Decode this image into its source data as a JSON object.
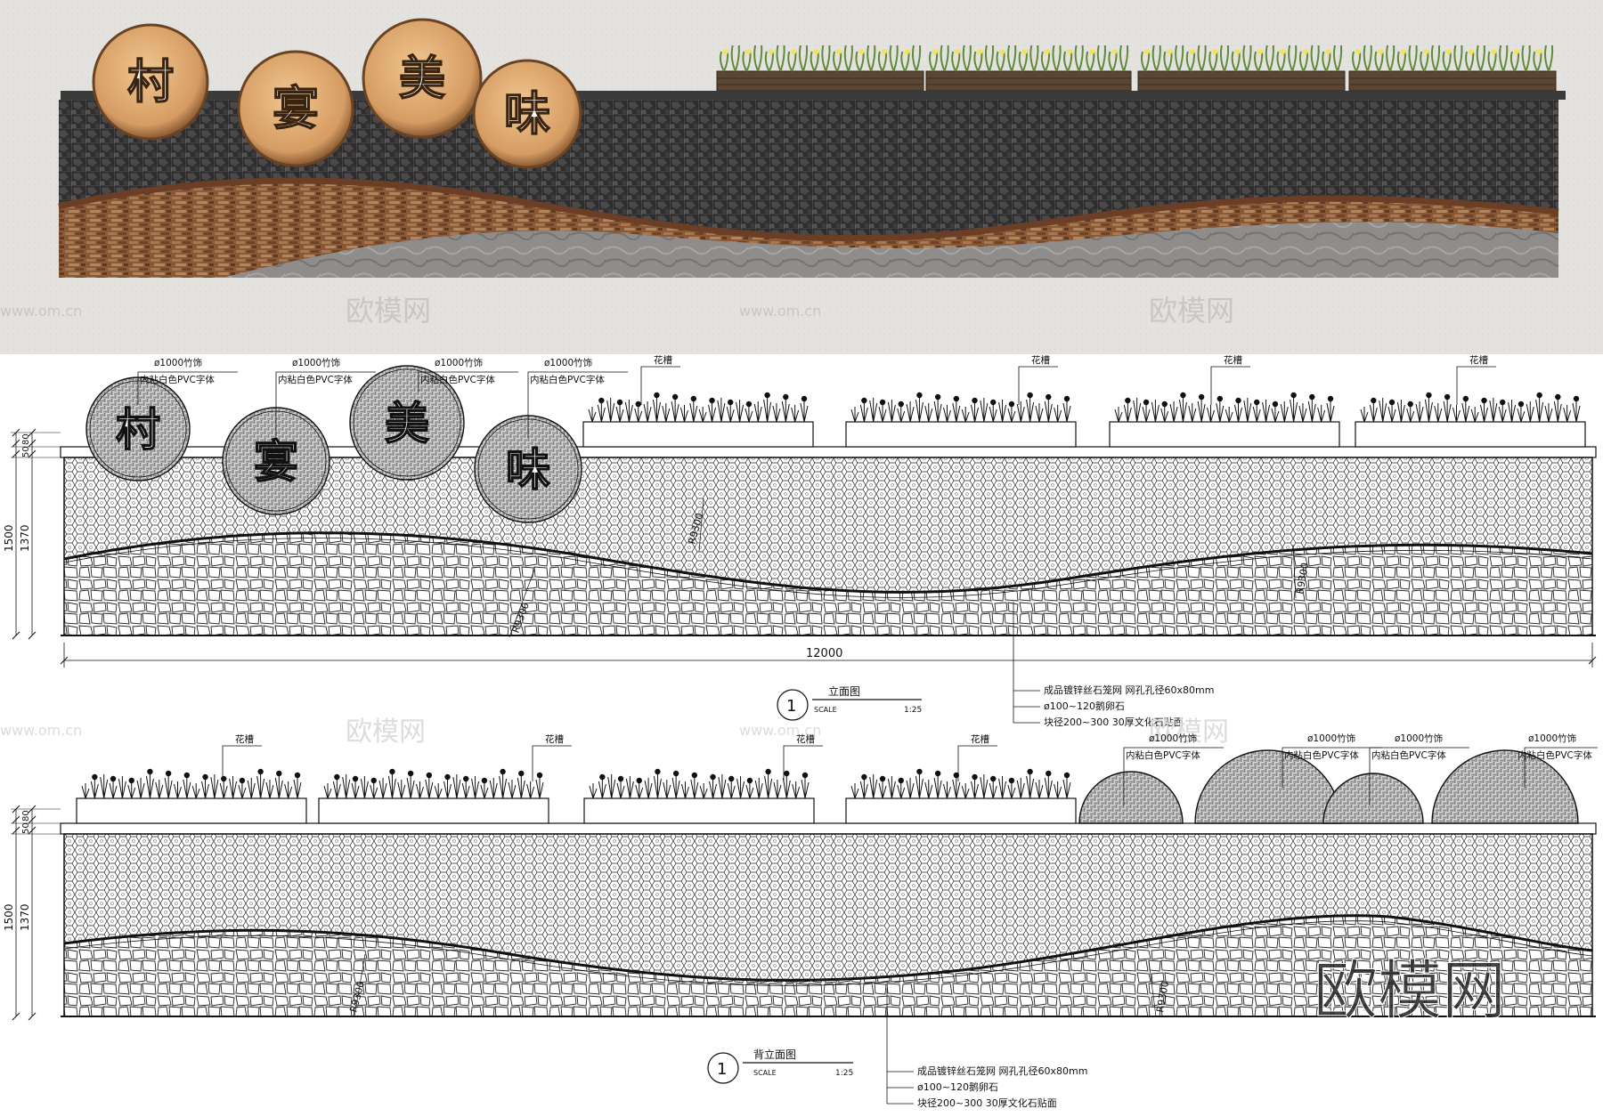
{
  "render": {
    "sign_chars": [
      "村",
      "宴",
      "美",
      "味"
    ],
    "watermark_small": "欧模网",
    "watermark_url": "www.om.cn",
    "watermark_big": "欧模网"
  },
  "front_elevation": {
    "callouts_disc": [
      {
        "line1": "ø1000竹饰",
        "line2": "内粘白色PVC字体"
      },
      {
        "line1": "ø1000竹饰",
        "line2": "内粘白色PVC字体"
      },
      {
        "line1": "ø1000竹饰",
        "line2": "内粘白色PVC字体"
      },
      {
        "line1": "ø1000竹饰",
        "line2": "内粘白色PVC字体"
      }
    ],
    "callouts_planter": [
      "花槽",
      "花槽",
      "花槽",
      "花槽"
    ],
    "discs": [
      "村",
      "宴",
      "美",
      "味"
    ],
    "dims": {
      "d80": "80",
      "d50": "50",
      "d1500": "1500",
      "d1370": "1370",
      "d12000": "12000"
    },
    "mesh_dims": [
      "R9300",
      "R9300",
      "R9300"
    ],
    "notes": [
      "成品镀锌丝石笼网  网孔孔径60x80mm",
      "ø100~120鹅卵石",
      "块径200~300  30厚文化石贴面"
    ],
    "title": {
      "num": "1",
      "name": "立面图",
      "scale_label": "SCALE",
      "scale": "1:25"
    }
  },
  "back_elevation": {
    "callouts_planter": [
      "花槽",
      "花槽",
      "花槽",
      "花槽"
    ],
    "callouts_disc": [
      {
        "line1": "ø1000竹饰",
        "line2": "内粘白色PVC字体"
      },
      {
        "line1": "ø1000竹饰",
        "line2": "内粘白色PVC字体"
      },
      {
        "line1": "ø1000竹饰",
        "line2": "内粘白色PVC字体"
      },
      {
        "line1": "ø1000竹饰",
        "line2": "内粘白色PVC字体"
      }
    ],
    "dims": {
      "d80": "80",
      "d50": "50",
      "d1500": "1500",
      "d1370": "1370"
    },
    "mesh_dims": [
      "R9300",
      "R9300"
    ],
    "notes": [
      "成品镀锌丝石笼网  网孔孔径60x80mm",
      "ø100~120鹅卵石",
      "块径200~300  30厚文化石贴面"
    ],
    "title": {
      "num": "1",
      "name": "背立面图",
      "scale_label": "SCALE",
      "scale": "1:25"
    }
  },
  "colors": {
    "render_bg": "#e4e2de",
    "gabion": "#2e2d2e",
    "brick": "#8a5a38",
    "band": "#6b3e26",
    "granite": "#8f8d8c",
    "disc_wood": "#d9a873",
    "planter_wood": "#5a4632"
  }
}
